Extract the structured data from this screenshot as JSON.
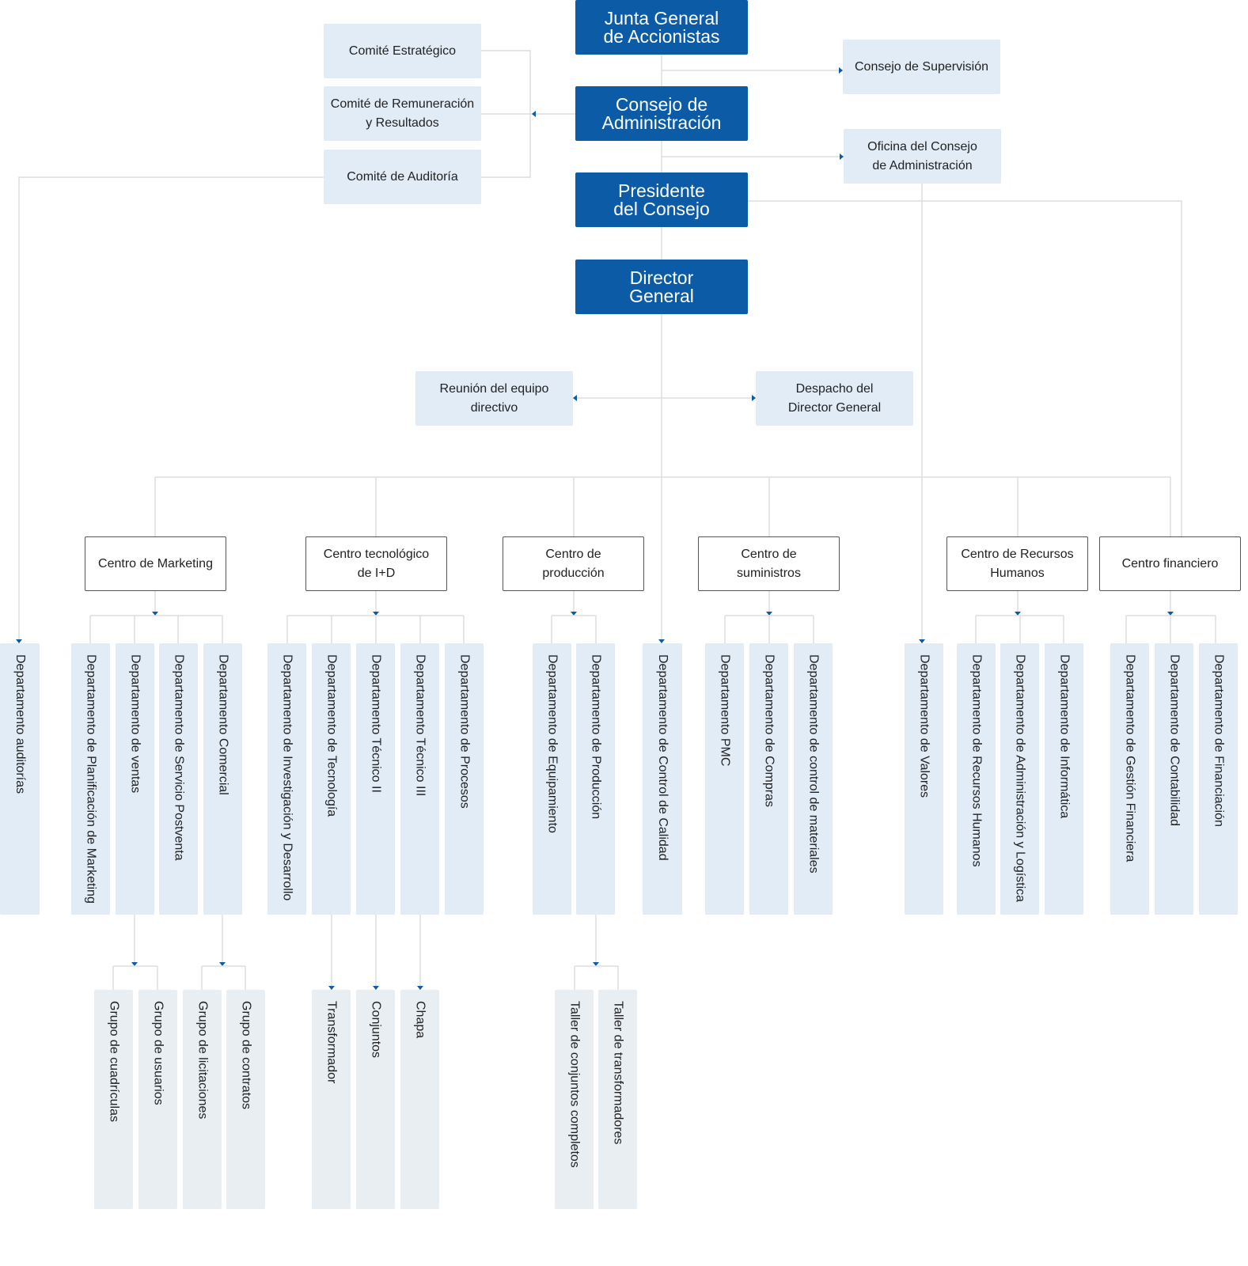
{
  "colors": {
    "accent": "#0b5ba7",
    "light_box": "#e1ecf7",
    "group_box": "#e9eef2",
    "line": "#dddddd"
  },
  "governance": {
    "junta": "Junta General\nde Accionistas",
    "consejo": "Consejo de\nAdministración",
    "presidente": "Presidente\ndel Consejo",
    "director": "Director\nGeneral"
  },
  "committees": {
    "estrategico": "Comité Estratégico",
    "remuneracion": "Comité de Remuneración\ny Resultados",
    "auditoria": "Comité de Auditoría"
  },
  "board_side": {
    "supervision": "Consejo de Supervisión",
    "oficina": "Oficina del Consejo\nde Administración"
  },
  "direction": {
    "reunion": "Reunión del equipo\ndirectivo",
    "despacho": "Despacho del\nDirector General"
  },
  "centers": {
    "marketing": "Centro de Marketing",
    "tecnologico": "Centro tecnológico\nde I+D",
    "produccion": "Centro de\nproducción",
    "suministros": "Centro de\nsuministros",
    "rrhh": "Centro de Recursos\nHumanos",
    "financiero": "Centro financiero"
  },
  "departments": {
    "auditorias": "Departamento auditorías",
    "planificacion": "Departamento de Planificación de Marketing",
    "ventas": "Departamento de ventas",
    "postventa": "Departamento de Servicio Postventa",
    "comercial": "Departamento Comercial",
    "investigacion": "Departamento de Investigación y Desarrollo",
    "tecnologia": "Departamento de Tecnología",
    "tecnico2": "Departamento Técnico II",
    "tecnico3": "Departamento Técnico III",
    "procesos": "Departamento de Procesos",
    "equipamiento": "Departamento de Equipamiento",
    "produccion": "Departamento de Producción",
    "calidad": "Departamento de Control de Calidad",
    "pmc": "Departamento PMC",
    "compras": "Departamento de Compras",
    "materiales": "Departamento de control de materiales",
    "valores": "Departamento de Valores",
    "recursos": "Departamento de Recursos Humanos",
    "administracion": "Departamento de Administración y Logística",
    "informatica": "Departamento de Informática",
    "gestion": "Departamento de Gestión Financiera",
    "contabilidad": "Departamento de Contabilidad",
    "financiacion": "Departamento de Financiación"
  },
  "groups": {
    "cuadriculas": "Grupo de cuadrículas",
    "usuarios": "Grupo de usuarios",
    "licitaciones": "Grupo de licitaciones",
    "contratos": "Grupo de contratos",
    "transformador": "Transformador",
    "conjuntos": "Conjuntos",
    "chapa": "Chapa",
    "taller_conjuntos": "Taller de conjuntos completos",
    "taller_transformadores": "Taller de transformadores"
  }
}
